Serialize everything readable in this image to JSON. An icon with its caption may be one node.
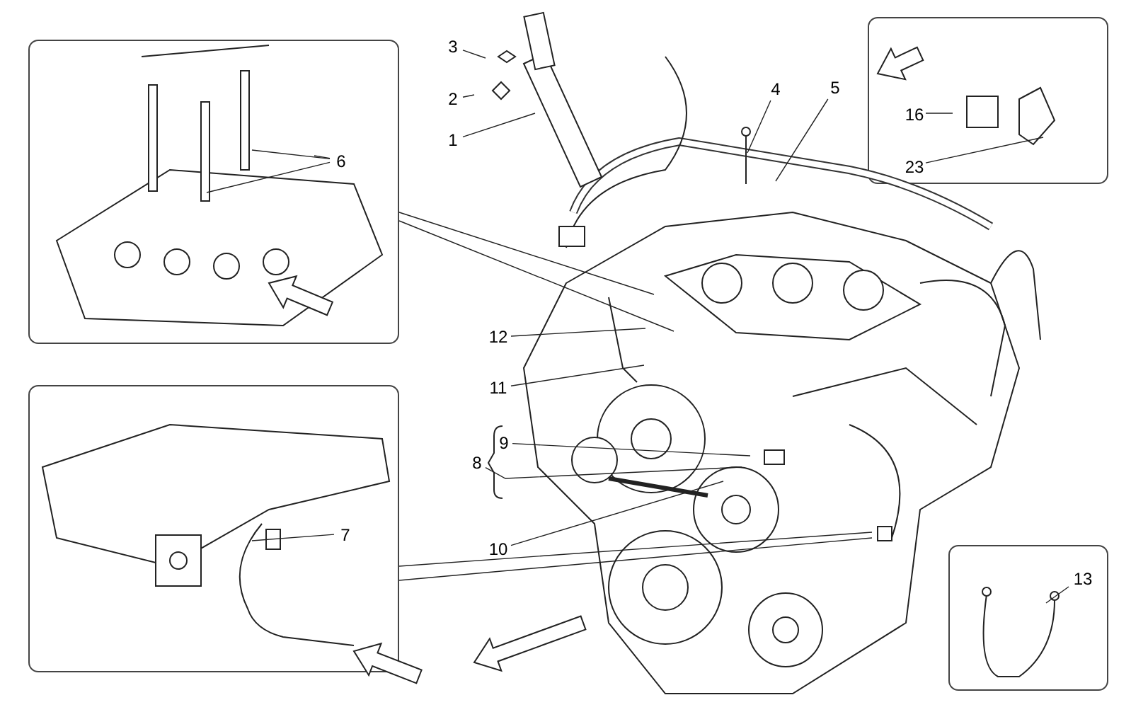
{
  "diagram": {
    "nodes": [
      {
        "text": [],
        "shape": "box"
      },
      {
        "text": [
          "6"
        ],
        "in": 0
      },
      {
        "text": [],
        "shape": "box"
      },
      {
        "text": [
          "7"
        ],
        "in": 2
      },
      {
        "text": [],
        "shape": "box"
      },
      {
        "text": [
          "16"
        ],
        "in": 4
      },
      {
        "text": [
          "23"
        ],
        "in": 4
      },
      {
        "text": [],
        "shape": "box"
      },
      {
        "text": [
          "13"
        ],
        "in": 7
      },
      {
        "text": [
          "3"
        ]
      },
      {
        "text": [
          "2"
        ]
      },
      {
        "text": [
          "1"
        ]
      },
      {
        "text": [
          "4"
        ]
      },
      {
        "text": [
          "5"
        ]
      },
      {
        "text": [
          "12"
        ]
      },
      {
        "text": [
          "11"
        ]
      },
      {
        "text": [
          "9"
        ]
      },
      {
        "text": [
          "8"
        ]
      },
      {
        "text": [
          "10"
        ]
      }
    ],
    "edges": [
      {
        "from": 1,
        "to": null,
        "arrow": "none"
      },
      {
        "from": 1,
        "to": null,
        "arrow": "none"
      },
      {
        "from": 1,
        "to": null,
        "arrow": "none"
      },
      {
        "from": 3,
        "to": null,
        "arrow": "none"
      },
      {
        "from": 5,
        "to": null,
        "arrow": "none"
      },
      {
        "from": 6,
        "to": null,
        "arrow": "none"
      },
      {
        "from": 8,
        "to": null,
        "arrow": "none"
      },
      {
        "from": 9,
        "to": null,
        "arrow": "none"
      },
      {
        "from": 10,
        "to": null,
        "arrow": "none"
      },
      {
        "from": 11,
        "to": null,
        "arrow": "none"
      },
      {
        "from": 12,
        "to": null,
        "arrow": "none"
      },
      {
        "from": 13,
        "to": null,
        "arrow": "none"
      },
      {
        "from": 14,
        "to": null,
        "arrow": "none"
      },
      {
        "from": 15,
        "to": null,
        "arrow": "none"
      },
      {
        "from": 16,
        "to": null,
        "arrow": "none"
      },
      {
        "from": 17,
        "to": null,
        "arrow": "none"
      },
      {
        "from": 18,
        "to": null,
        "arrow": "none"
      },
      {
        "from": 0,
        "to": null,
        "arrow": "none"
      },
      {
        "from": 0,
        "to": null,
        "arrow": "none"
      },
      {
        "from": 2,
        "to": null,
        "arrow": "none"
      },
      {
        "from": 2,
        "to": null,
        "arrow": "none"
      }
    ]
  }
}
